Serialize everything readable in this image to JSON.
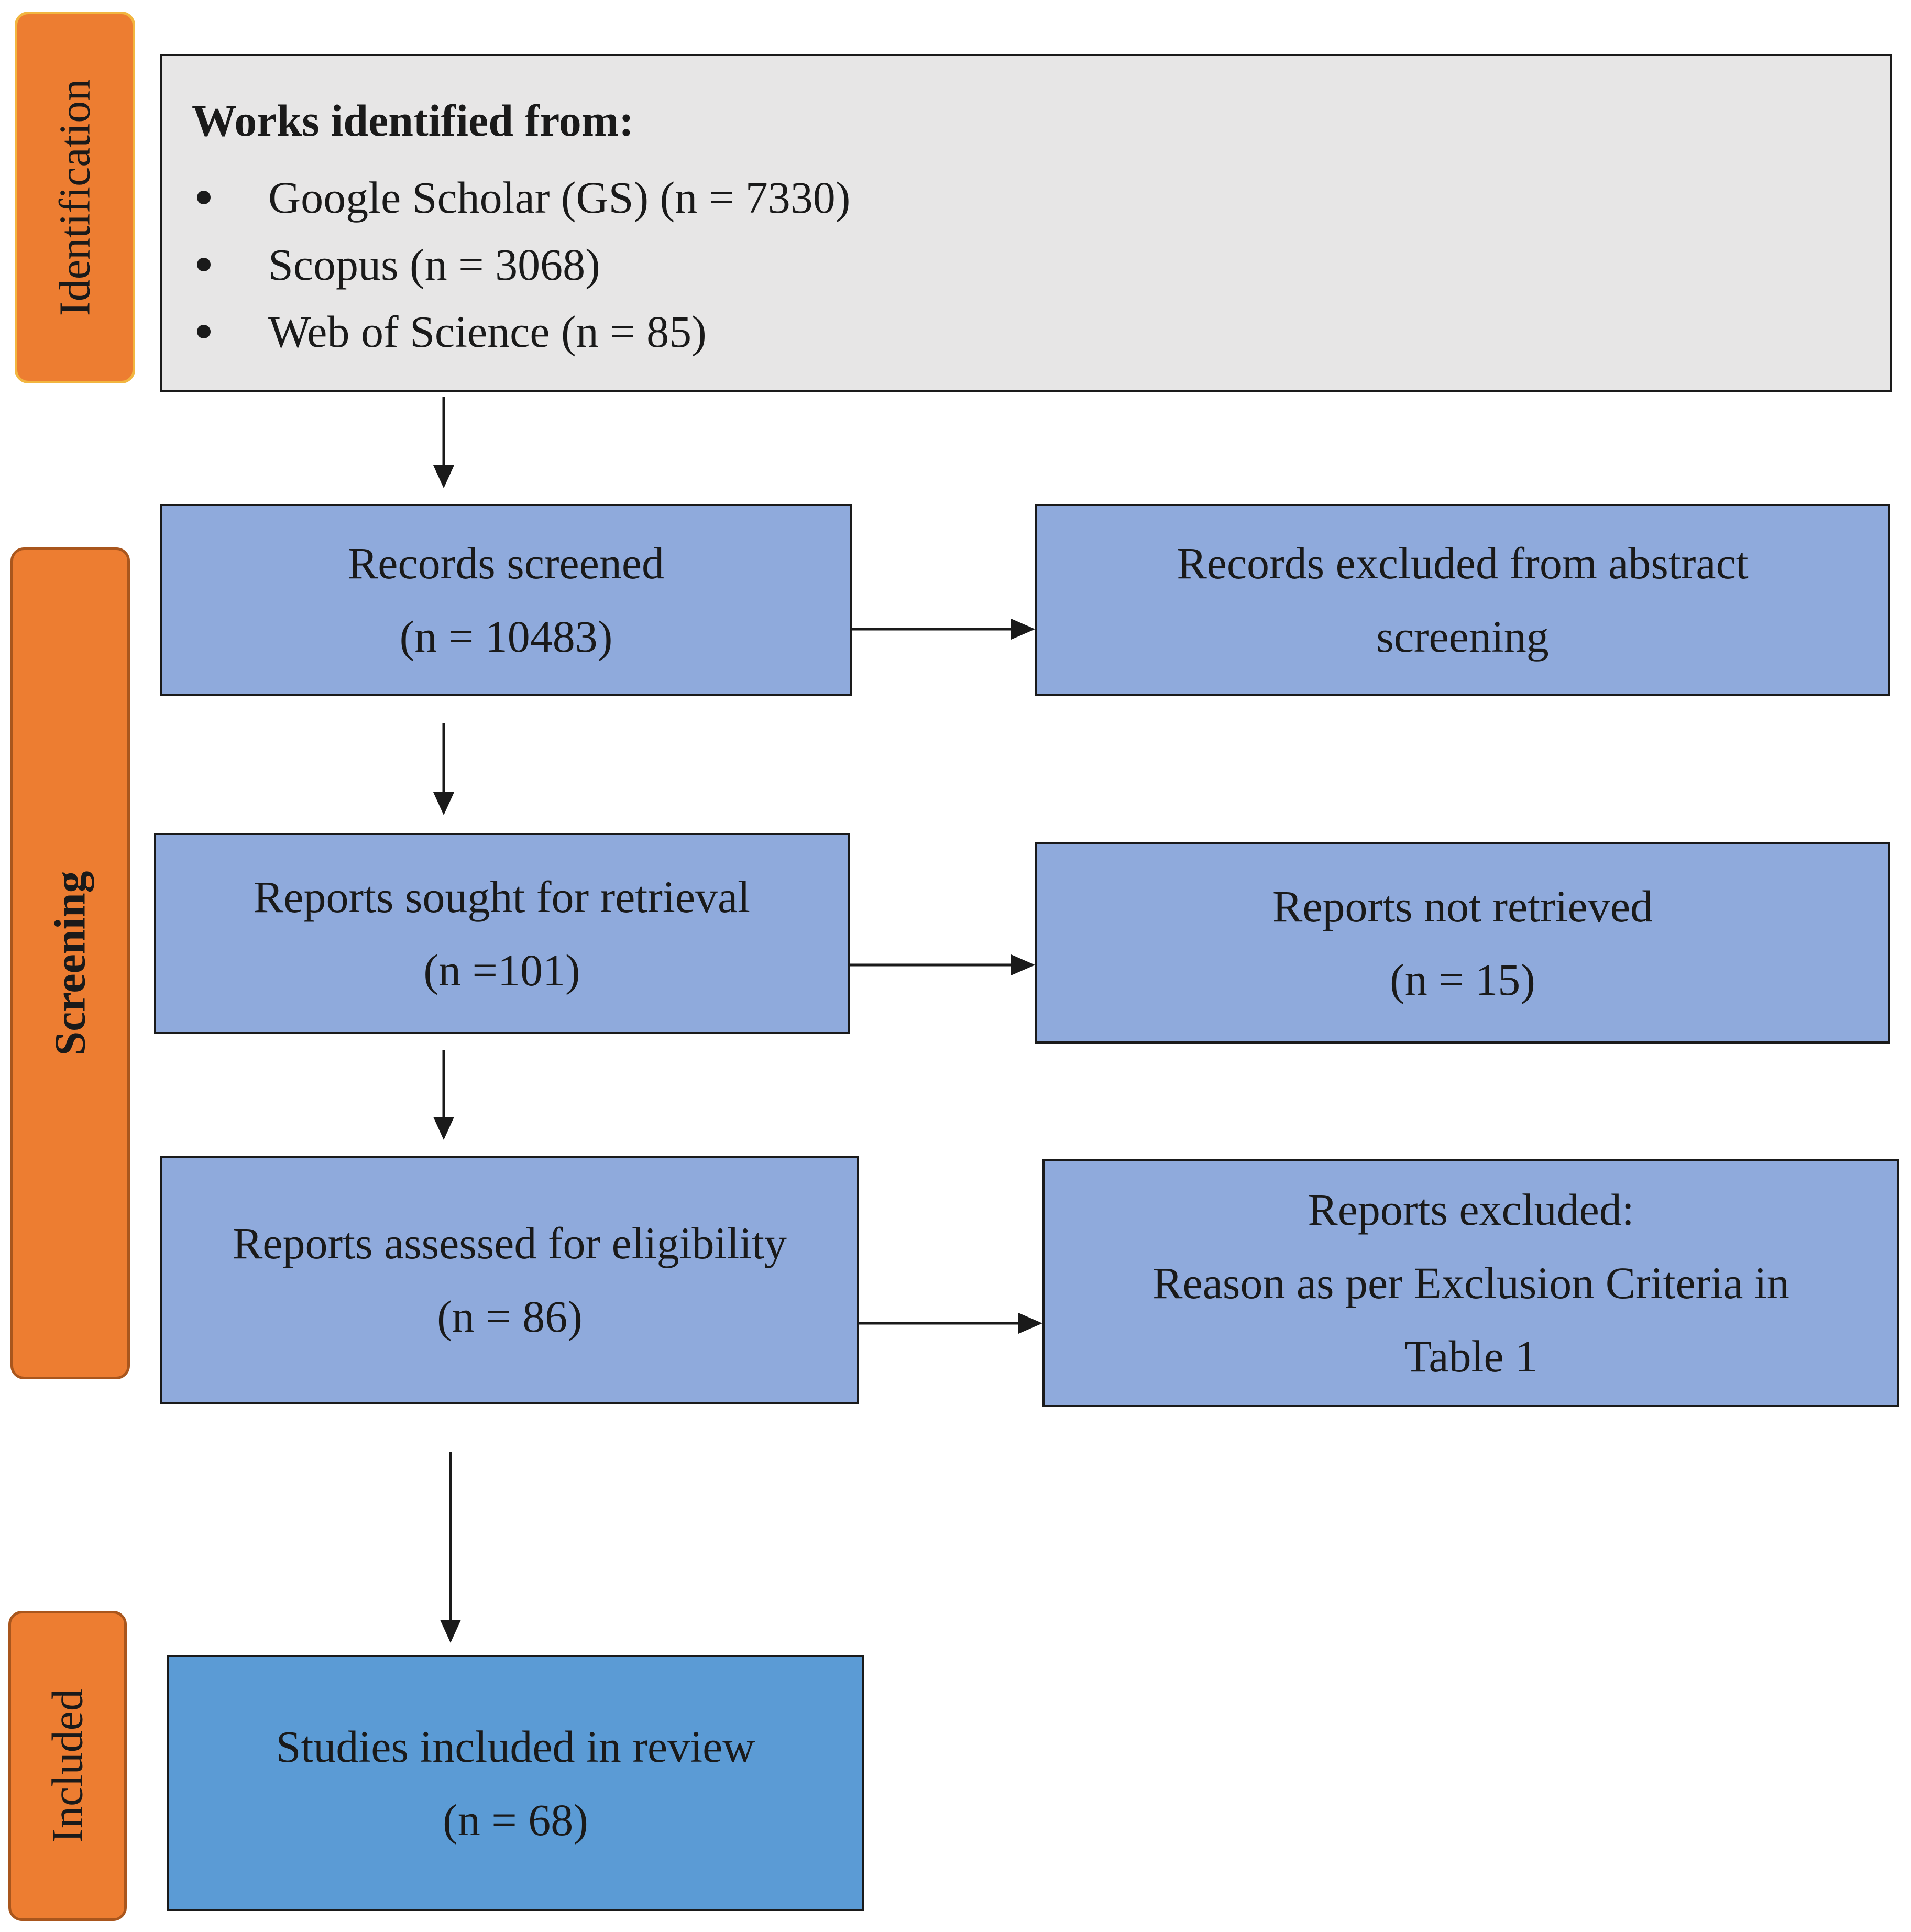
{
  "stages": {
    "identification": "Identification",
    "screening": "Screening",
    "included": "Included"
  },
  "identified": {
    "heading": "Works identified from:",
    "sources": [
      "Google Scholar (GS) (n = 7330)",
      "Scopus (n = 3068)",
      "Web of Science (n = 85)"
    ]
  },
  "records_screened": {
    "title": "Records screened",
    "count": "(n = 10483)"
  },
  "records_excluded": {
    "line1": "Records excluded from abstract",
    "line2": "screening"
  },
  "reports_sought": {
    "title": "Reports sought for retrieval",
    "count": "(n =101)"
  },
  "reports_not_retrieved": {
    "title": "Reports not retrieved",
    "count": "(n = 15)"
  },
  "reports_assessed": {
    "title": "Reports assessed for eligibility",
    "count": "(n = 86)"
  },
  "reports_excluded": {
    "line1": "Reports excluded:",
    "line2": "Reason as per Exclusion Criteria in",
    "line3": "Table 1"
  },
  "studies_included": {
    "title": "Studies included in review",
    "count": "(n = 68)"
  },
  "colors": {
    "stage_fill": "#ED7D31",
    "box_blue": "#8FAADC",
    "box_blue_dark": "#5B9BD5",
    "box_grey": "#E7E6E6"
  }
}
